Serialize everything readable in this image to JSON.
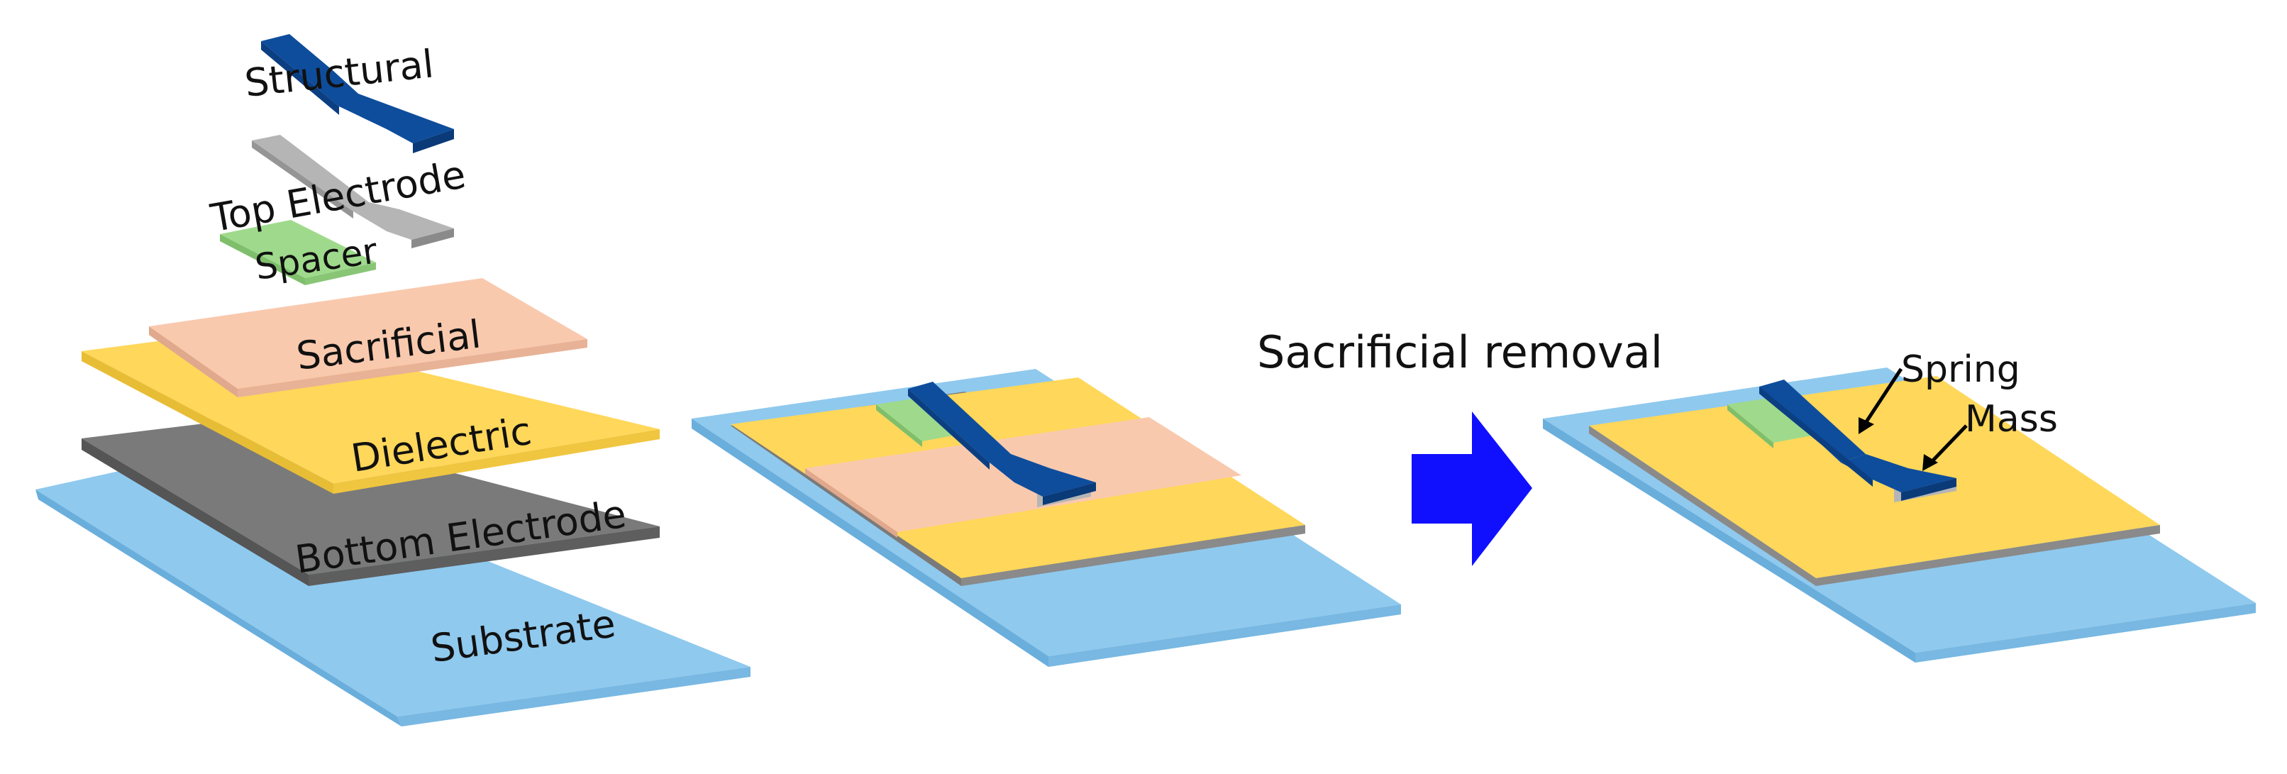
{
  "layers": {
    "structural": "Structural",
    "top_electrode": "Top Electrode",
    "spacer": "Spacer",
    "sacrificial": "Sacrificial",
    "dielectric": "Dielectric",
    "bottom_electrode": "Bottom Electrode",
    "substrate": "Substrate"
  },
  "process_step": "Sacrificial removal",
  "final_labels": {
    "spring": "Spring",
    "mass": "Mass"
  },
  "colors": {
    "substrate": "#8fc9ee",
    "bottom_electrode": "#7a7a7a",
    "dielectric": "#ffd75a",
    "sacrificial": "#f9c9ae",
    "spacer": "#9fda8c",
    "top_electrode": "#b5b5b5",
    "structural": "#0e4d9c",
    "arrow": "#1010ff"
  }
}
